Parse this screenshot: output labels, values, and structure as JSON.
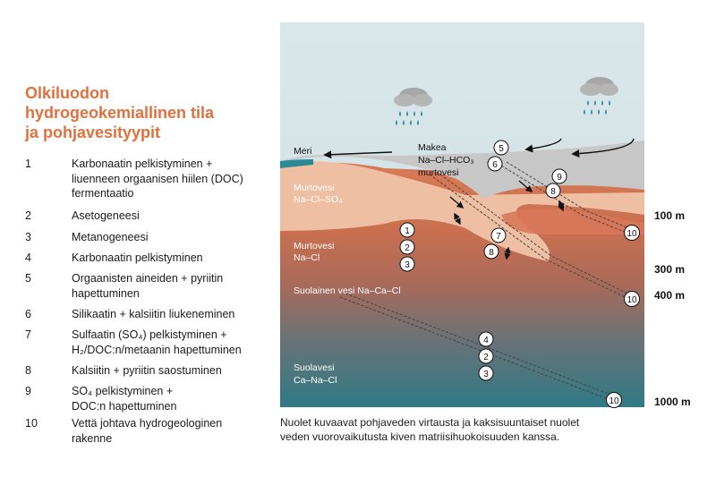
{
  "title_lines": [
    "Olkiluodon",
    "hydrogeokemiallinen tila",
    "ja pohjavesityypit"
  ],
  "legend": [
    {
      "num": "1",
      "lines": [
        "Karbonaatin pelkistyminen +",
        "liuenneen orgaanisen hiilen (DOC)",
        "fermentaatio"
      ]
    },
    {
      "num": "2",
      "lines": [
        "Asetogeneesi"
      ]
    },
    {
      "num": "3",
      "lines": [
        "Metanogeneesi"
      ]
    },
    {
      "num": "4",
      "lines": [
        "Karbonaatin pelkistyminen"
      ]
    },
    {
      "num": "5",
      "lines": [
        "Orgaanisten aineiden + pyriitin",
        "hapettuminen"
      ]
    },
    {
      "num": "6",
      "lines": [
        "Silikaatin + kalsiitin liukeneminen"
      ]
    },
    {
      "num": "7",
      "lines": [
        "Sulfaatin (SO₄) pelkistyminen +",
        "H₂/DOC:n/metaanin hapettuminen"
      ]
    },
    {
      "num": "8",
      "lines": [
        "Kalsiitin + pyriitin saostuminen"
      ]
    },
    {
      "num": "9",
      "lines": [
        "SO₄ pelkistyminen +",
        "DOC:n hapettuminen"
      ]
    },
    {
      "num": "10",
      "lines": [
        "Vettä johtava hydrogeologinen",
        "rakenne"
      ]
    }
  ],
  "diagram": {
    "labels": {
      "meri": "Meri",
      "makea_1": "Makea",
      "makea_2": "Na–Cl–HCO₃",
      "makea_3": "murtovesi",
      "murt1_1": "Murtovesi",
      "murt1_2": "Na–Cl–SO₄",
      "murt2_1": "Murtovesi",
      "murt2_2": "Na–Cl",
      "suolainen": "Suolainen vesi Na–Ca–Cl",
      "suolavesi_1": "Suolavesi",
      "suolavesi_2": "Ca–Na–Cl"
    },
    "depths": [
      "100 m",
      "300 m",
      "400 m",
      "1000 m"
    ],
    "circles": {
      "c1": "1",
      "c2": "2",
      "c3": "3",
      "c5": "5",
      "c6": "6",
      "c7": "7",
      "c8": "8",
      "c9": "9",
      "c8b": "8",
      "c4": "4",
      "c2b": "2",
      "c3b": "3",
      "c10a": "10",
      "c10b": "10",
      "c10c": "10"
    },
    "colors": {
      "sky": "#d4e4e8",
      "gray_layer": "#c7c7c7",
      "brackish_light": "#efbfa3",
      "deep_start": "#d97a56",
      "deep_end": "#2f7a86",
      "sea": "#2b8a96",
      "title_orange": "#e0703e",
      "rain": "#2f8aa0"
    }
  },
  "caption_lines": [
    "Nuolet kuvaavat pohjaveden virtausta ja kaksisuuntaiset nuolet",
    "veden vuorovaikutusta kiven matriisihuokoisuuden kanssa."
  ]
}
